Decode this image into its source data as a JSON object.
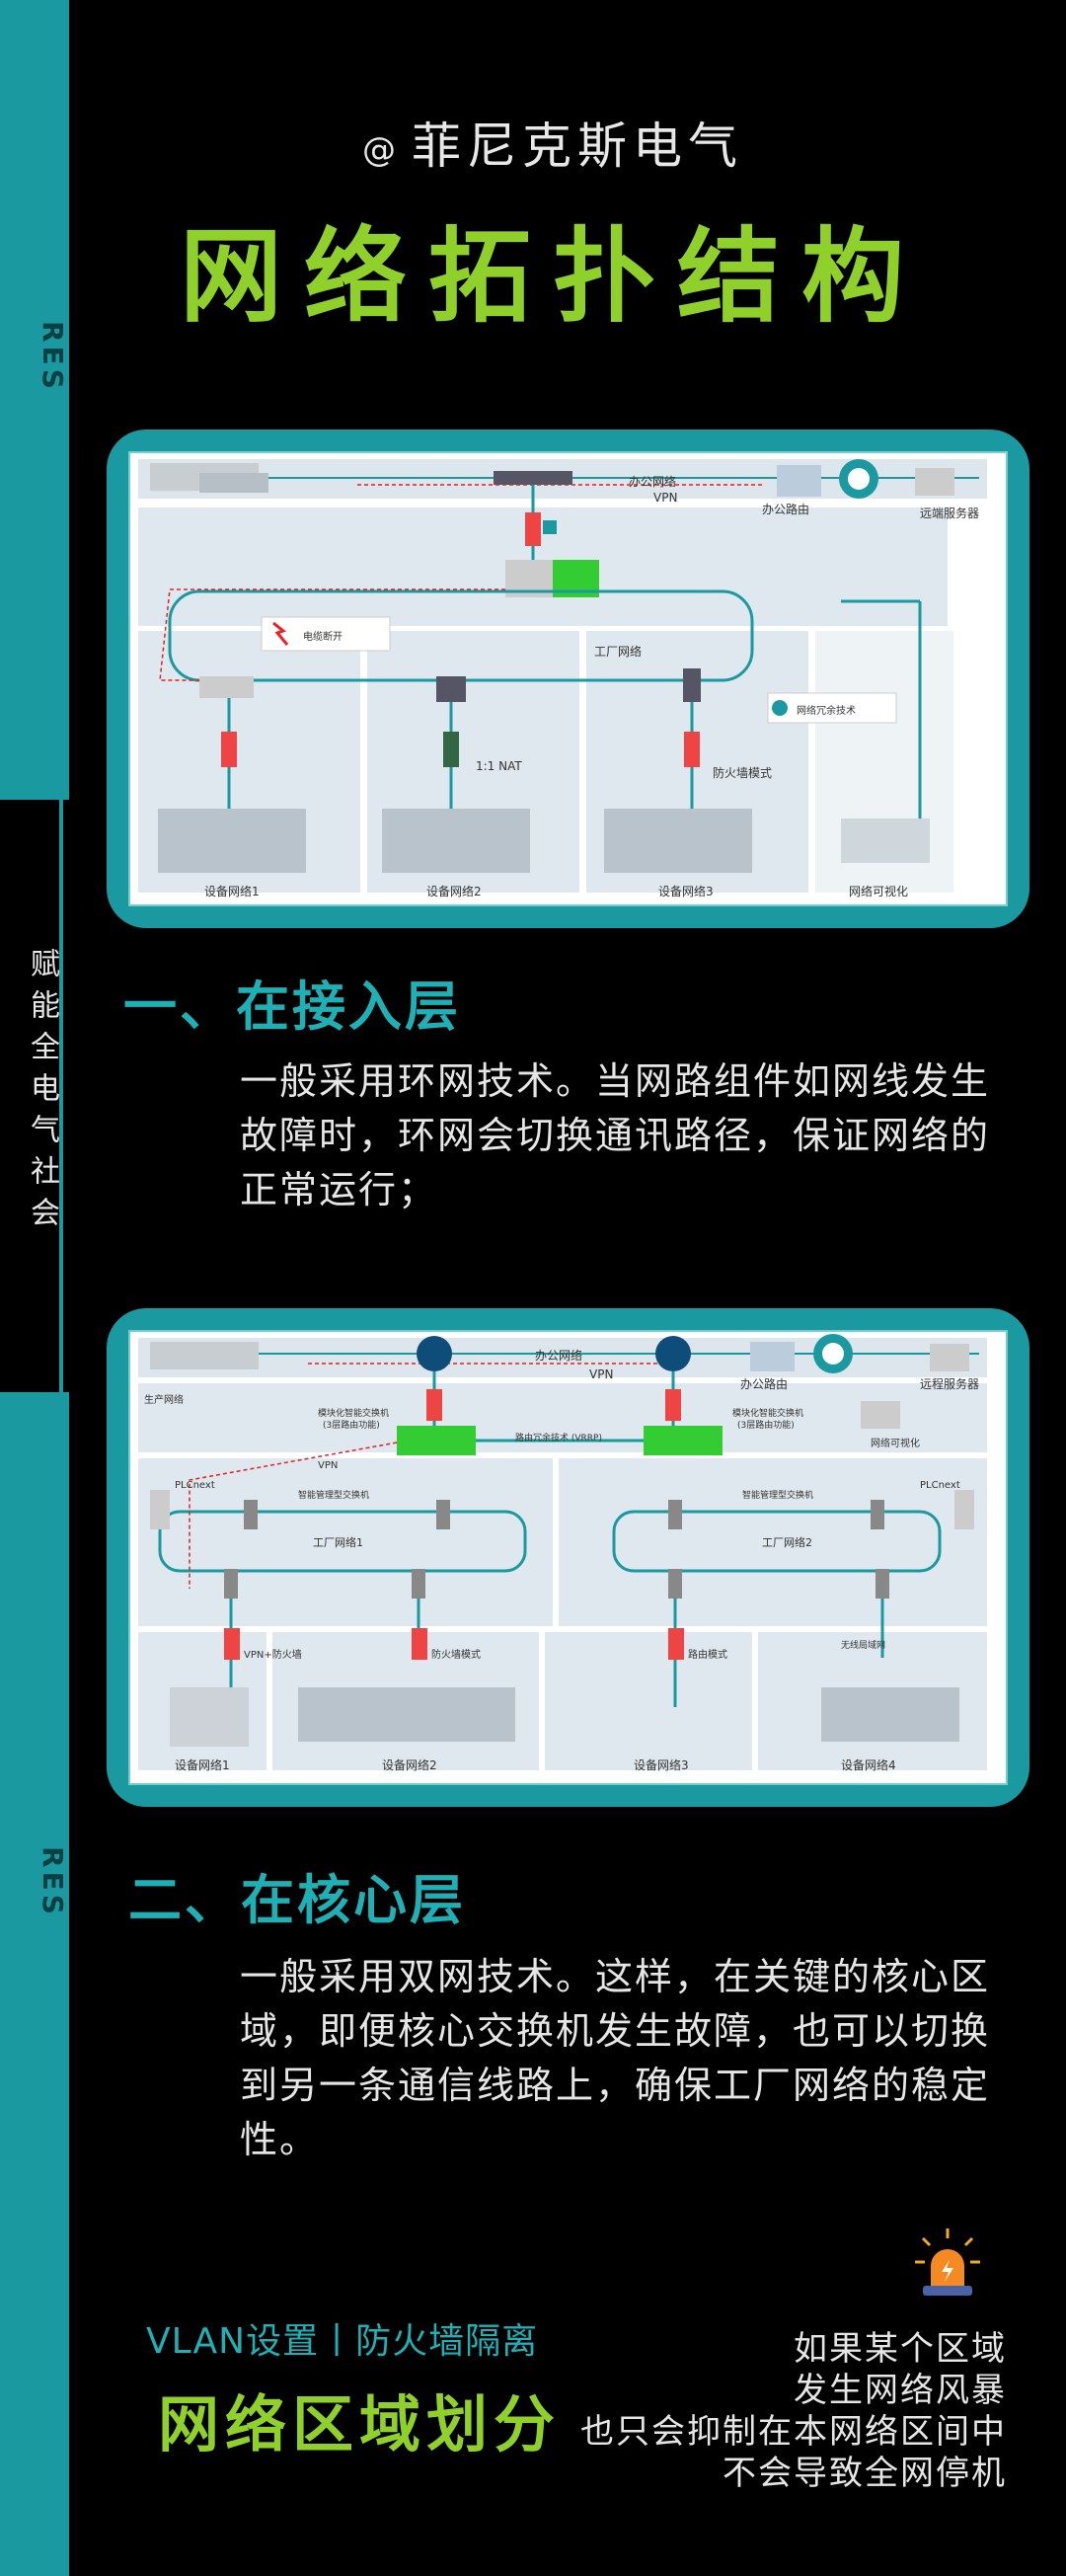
{
  "sidebar": {
    "tag_top": "RES",
    "middle_text": "赋能全电气社会",
    "tag_bottom": "RES"
  },
  "header": {
    "brand_at": "@",
    "brand": "菲尼克斯电气",
    "title": "网络拓扑结构"
  },
  "diagram1": {
    "labels": {
      "office_network": "办公网络",
      "vpn": "VPN",
      "office_router": "办公路由",
      "remote_server": "远端服务器",
      "cable_break": "电缆断开",
      "factory_network": "工厂网络",
      "redundancy": "网络冗余技术",
      "nat": "1:1 NAT",
      "firewall_mode": "防火墙模式",
      "device_net1": "设备网络1",
      "device_net2": "设备网络2",
      "device_net3": "设备网络3",
      "net_visual": "网络可视化"
    }
  },
  "section1": {
    "heading": "一、在接入层",
    "text": "一般采用环网技术。当网路组件如网线发生故障时，环网会切换通讯路径，保证网络的正常运行；"
  },
  "diagram2": {
    "labels": {
      "office_network": "办公网络",
      "vpn": "VPN",
      "office_router": "办公路由",
      "remote_server": "远程服务器",
      "production_net": "生产网络",
      "modular_switch_a": "模块化智能交换机",
      "modular_switch_a2": "(3层路由功能)",
      "vrrp": "路由冗余技术 (VRRP)",
      "modular_switch_b": "模块化智能交换机",
      "modular_switch_b2": "(3层路由功能)",
      "net_visual": "网络可视化",
      "vpn2": "VPN",
      "plcnext_a": "PLCnext",
      "smart_switch_a": "智能管理型交换机",
      "factory_net1": "工厂网络1",
      "smart_switch_b": "智能管理型交换机",
      "plcnext_b": "PLCnext",
      "factory_net2": "工厂网络2",
      "vpn_firewall": "VPN+防火墙",
      "firewall_mode": "防火墙模式",
      "router_mode": "路由模式",
      "wireless_lan": "无线局域网",
      "device_net1": "设备网络1",
      "device_net2": "设备网络2",
      "device_net3": "设备网络3",
      "device_net4": "设备网络4"
    }
  },
  "section2": {
    "heading": "二、在核心层",
    "text": "一般采用双网技术。这样，在关键的核心区域，即便核心交换机发生故障，也可以切换到另一条通信线路上，确保工厂网络的稳定性。"
  },
  "footer": {
    "vlan": "VLAN设置丨防火墙隔离",
    "zone_title": "网络区域划分",
    "note_lines": [
      "如果某个区域",
      "发生网络风暴",
      "也只会抑制在本网络区间中",
      "不会导致全网停机"
    ]
  },
  "colors": {
    "teal": "#1a9aa0",
    "green": "#8fd12a",
    "heading_teal": "#1fb0b6"
  }
}
